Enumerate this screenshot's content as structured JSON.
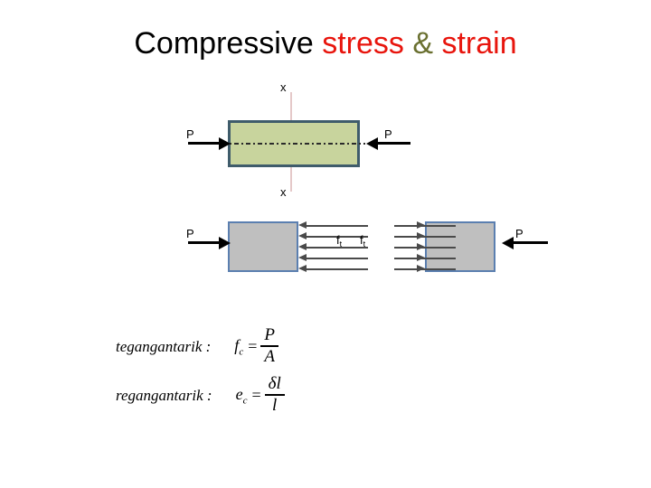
{
  "slide": {
    "background_color": "#ffffff",
    "title": {
      "part_1": "Compressive ",
      "part_2": "stress",
      "part_3": " & ",
      "part_4": "strain",
      "color_1": "#000000",
      "color_2": "#e8150d",
      "color_3": "#6a7030",
      "color_4": "#e8150d"
    }
  },
  "diagram1": {
    "name": "compressive member with section x-x",
    "block_fill": "#c8d49d",
    "block_border": "#3f5c6b",
    "axis_color": "#e5c9c9",
    "label_x_top": "x",
    "label_x_bottom": "x",
    "label_p_left": "P",
    "label_p_right": "P"
  },
  "diagram2": {
    "name": "cut halves showing internal stress f_t",
    "block_fill": "#bfbfbf",
    "block_border": "#5b7fb0",
    "label_p_left": "P",
    "label_p_right": "P",
    "label_ft_left": "f",
    "label_ft_left_sub": "t",
    "label_ft_right": "f",
    "label_ft_right_sub": "t",
    "arrow_count_left": 5,
    "arrow_count_right": 5
  },
  "formulas": {
    "stress": {
      "term": "tegangantarik :",
      "symbol": "f",
      "symbol_sub": "c",
      "equals": "=",
      "numerator": "P",
      "denominator": "A"
    },
    "strain": {
      "term": "regangantarik :",
      "symbol": "e",
      "symbol_sub": "c",
      "equals": "=",
      "numerator": "δl",
      "denominator": "l"
    }
  }
}
